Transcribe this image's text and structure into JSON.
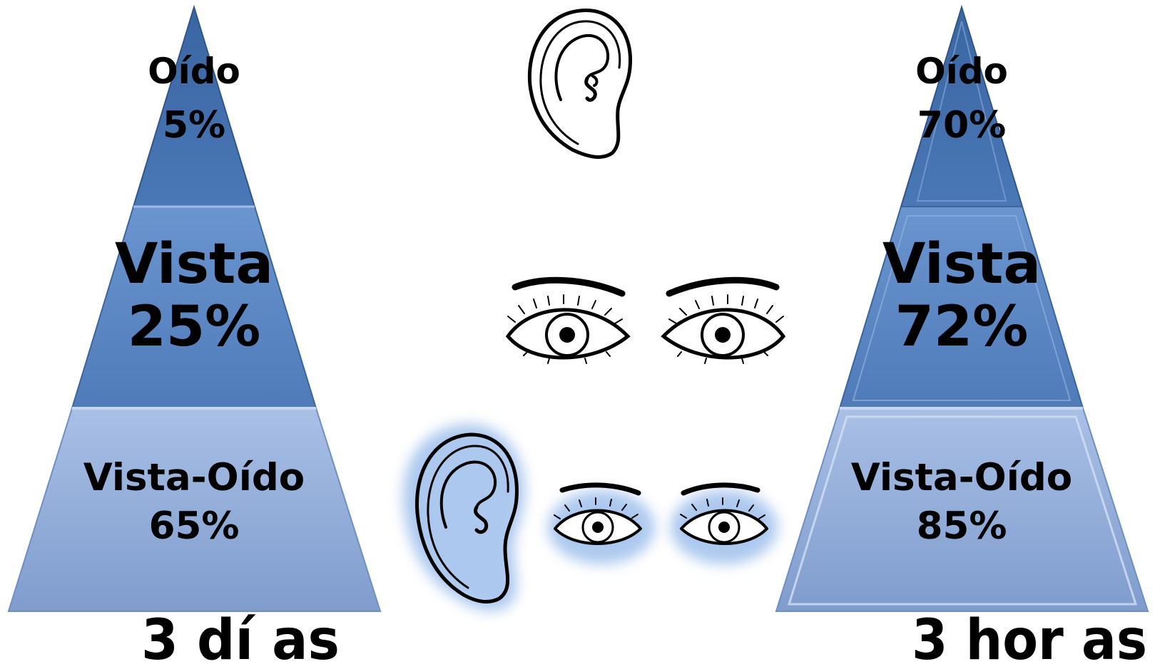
{
  "pyramids": [
    {
      "footer": "3  dí as",
      "tiers": [
        {
          "name": "Oído",
          "value": "5%"
        },
        {
          "name": "Vista",
          "value": "25%"
        },
        {
          "name": "Vista-Oído",
          "value": "65%"
        }
      ]
    },
    {
      "footer": "3  hor as",
      "tiers": [
        {
          "name": "Oído",
          "value": "70%"
        },
        {
          "name": "Vista",
          "value": "72%"
        },
        {
          "name": "Vista-Oído",
          "value": "85%"
        }
      ]
    }
  ],
  "icons": [
    {
      "name": "ear-icon",
      "role": "top"
    },
    {
      "name": "eyes-icon",
      "role": "middle"
    },
    {
      "name": "ear-and-eyes-glow-icon",
      "role": "bottom"
    }
  ],
  "colors": {
    "tier_top": "#3f6ea8",
    "tier_middle": "#5d86c2",
    "tier_bottom": "#9db5dd",
    "glow": "#a9c6ee"
  }
}
